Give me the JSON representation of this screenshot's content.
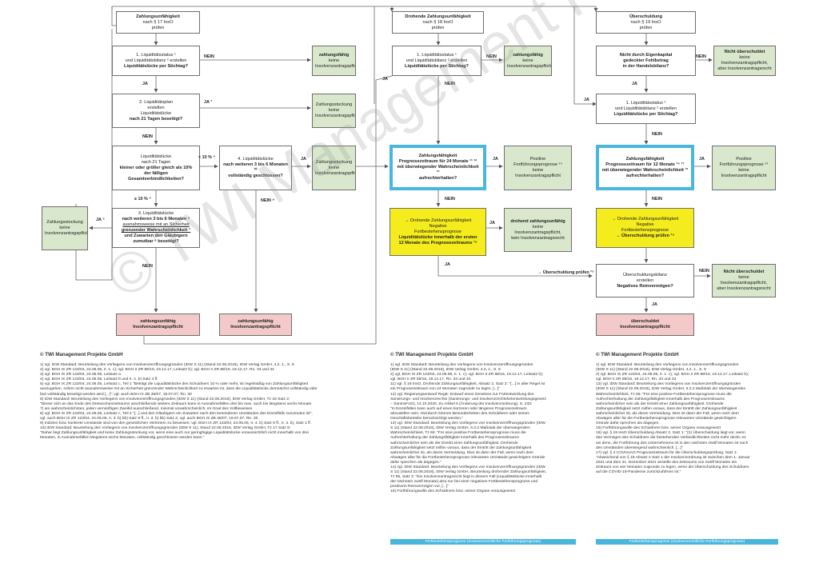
{
  "boxes": {
    "zu_head": [
      "Zahlungsunfähigkeit",
      "nach § 17 InsO",
      "prüfen"
    ],
    "dz_head": [
      "Drohende Zahlungsunfähigkeit",
      "nach § 18 InsO",
      "prüfen"
    ],
    "ue_head": [
      "Überschuldung",
      "nach § 19 InsO",
      "prüfen"
    ],
    "c1": [
      "1. Liquiditätsstatus ¹",
      "und Liquiditätsbilanz ² erstellen",
      "Liquiditätslücke per Stichtag?"
    ],
    "c1_green": [
      "zahlungsfähig",
      "keine",
      "Insolvenzantragspflicht"
    ],
    "c2": [
      "2. Liquiditätsplan",
      "erstellen",
      "Liquiditätslücke",
      "nach 21 Tagen beseitigt?"
    ],
    "c2_green": [
      "Zahlungsstockung",
      "keine",
      "Insolvenzantragspflicht"
    ],
    "c3": [
      "Liquiditätslücke",
      "nach 21 Tagen",
      "kleiner oder größer gleich als 10%",
      "der fälligen",
      "Gesamtverbindlichkeiten?"
    ],
    "c4": [
      "4. Liquiditätslücke",
      "nach weiteren 3 bis 6 Monaten ¹⁰",
      "vollständig geschlossen?"
    ],
    "c4_green": [
      "Zahlungsstockung",
      "keine",
      "Insolvenzantragspflicht"
    ],
    "c5": [
      "3. Liquiditätslücke",
      "nach weiteren 3 bis 6 Monaten ⁶",
      "ausnahmsweise mit an Sicherheit",
      "grenzender Wahrscheinlichkeit ⁷",
      "und Zuwarten den Gläubigern",
      "zumutbar ⁸ beseitigt?"
    ],
    "c5_green": [
      "Zahlungsstockung",
      "keine",
      "Insolvenzantragspflicht"
    ],
    "red_a": [
      "zahlungsunfähig",
      "Insolvenzantragspflicht"
    ],
    "red_b": [
      "zahlungsunfähig",
      "Insolvenzantragspflicht"
    ],
    "d1": [
      "1. Liquiditätsstatus ¹",
      "und Liquiditätsbilanz ² erstellen",
      "Liquiditätslücke per Stichtag?"
    ],
    "d1_green": [
      "zahlungsfähig",
      "keine",
      "Insolvenzantragspflicht"
    ],
    "d2": [
      "Zahlungsfähigkeit",
      "Prognosezeitraum für 24 Monate ¹¹ ¹²",
      "mit überwiegender Wahrscheinlichkeit ¹³",
      "aufrechterhalten?"
    ],
    "d2_green": [
      "Positive",
      "Fortführungsprognose ¹⁴",
      "keine",
      "Insolvenzantragspflicht"
    ],
    "d3": [
      "→ Drohende Zahlungsunfähigkeit",
      "Negative",
      "Fortbestehensprognose",
      "Liquiditätslücke innerhalb der ersten",
      "12 Monate des Prognosezeitraums ¹⁵"
    ],
    "d3_green": [
      "drohend zahlungsunfähig",
      "keine",
      "Insolvenzantragspflicht,",
      "kein Insolvenzantragsrecht"
    ],
    "u1": [
      "Nicht durch Eigenkapital",
      "gedeckter Fehlbetrag",
      "in der Handelsbilanz?"
    ],
    "u1_green": [
      "Nicht überschuldet",
      "keine Insolvenzantragspflicht,",
      "aber Insolvenzantragsrecht"
    ],
    "u2": [
      "1. Liquiditätsstatus ¹",
      "und Liquiditätsbilanz ² erstellen",
      "Liquiditätslücke per Stichtag?"
    ],
    "u3": [
      "Zahlungsfähigkeit",
      "Prognosezeitraum für 12 Monate ¹⁶ ¹⁷",
      "mit überwiegender Wahrscheinlichkeit ¹³",
      "aufrechterhalten?"
    ],
    "u3_green": [
      "Positive",
      "Fortführungsprognose ¹⁴",
      "keine",
      "Insolvenzantragspflicht"
    ],
    "u4": [
      "→ Drohende Zahlungsunfähigkeit",
      "Negative",
      "Fortbestehensprognose",
      "→ Überschuldung prüfen ¹⁵"
    ],
    "u5": [
      "Überschuldungsbilanz",
      "erstellen",
      "Negatives Reinvermögen?"
    ],
    "u5_green": [
      "Nicht überschuldet",
      "keine Insolvenzantragspflicht,",
      "aber Insolvenzantragsrecht"
    ],
    "u6": [
      "überschuldet",
      "Insolvenzantragspflicht"
    ]
  },
  "labels": {
    "nein": "NEIN",
    "ja": "JA",
    "ja3": "JA ³",
    "ja5": "JA ⁵",
    "nein9": "NEIN ⁹",
    "lt10": "< 10 % ⁴",
    "ge10": "≥ 10 % ⁴",
    "ueberschuldung_pruefen": "→ Überschuldung prüfen ¹⁵"
  },
  "copyright": "© TWI Management Projekte GmbH",
  "watermark": "© TWI Management Projekte GmbH",
  "footnotes_left": [
    "1) vgl. IDW Standard: Beurteilung des Vorliegens von Insolvenzeröffnungsgründen (IDW S 11) (Stand 22.08.2016), IDW Verlag GmbH, 4.2, 1., S. 9",
    "2) vgl. BGH IX ZR 123/04, 24.05.05, II. 1. c); vgl. BGH II ZR 88/16, 19.12.17, Leitsatz b); vgl. BGH II ZR 88/16, 19.12.17, Rn. 33 und 34",
    "3) vgl. BGH IX ZR 123/04, 24.05.05, Leitsatz a",
    "4) vgl. BGH IX ZR 123/04, 24.05.05, Leitsatz b und II. 4. b) Satz 4 ff.",
    "5) vgl. BGH IX ZR 123/04, 24.05.05, Leitsatz c, Teil 1 \"Beträgt die Liquiditätslücke des Schuldners 10 % oder mehr, ist regelmäßig von Zahlungsunfähigkeit",
    "auszugehen, sofern nicht ausnahmsweise mit an Sicherheit grenzender Wahrscheinlichkeit zu erwarten ist, dass die Liquiditätslücke demnächst vollständig oder",
    "fast vollständig beseitigt werden wird [...]\"; vgl. auch BGH IX ZB 36/07, 19.07.07, Rn. 30",
    "6) IDW Standard: Beurteilung des Vorliegens von Insolvenzeröffnungsgründen (IDW S 11) (Stand 22.08.2016), IDW Verlag GmbH, Tz 16 Satz 2:",
    "\"Dieser sich an das Ende des Dreiwochenzeitraums anschließende weitere Zeitraum kann in Ausnahmefällen drei bis max. auch bis längstens sechs Monate",
    "7) am wahrscheinlichsten, jeden vernünftigen Zweifel ausschließend, minimal unwahrscheinlich, im Grad des Vollbeweises",
    "8) vgl. BGH IX ZR 123/04, 24.05.05, Leitsatz c, Teil 2 \"[...] und den Gläubigern ein Zuwarten nach den besonderen Umständen des Einzelfalls zuzumuten ist\",",
    "vgl. auch BGH IX ZR 123/04, 24.05.05, II. 3. b) bb) Satz 9 ff., II. 3. b) bb) Satz 2; vgl. auch BGH IX ZB 36/07, 19.07.07, Rn. 30.",
    "9) Indizien bzw. konkrete Umstände sind von den gesetzlichen Vertretern zu beweisen; vgl. BGH IX ZR 123/04, 24.05.05, II. 4. b) Satz 9 ff., II. 4. b), Satz 1 ff.",
    "10) IDW Standard: Beurteilung des Vorliegens von Insolvenzeröffnungsgründen (IDW S 11), Stand 22.08.2016, IDW Verlag GmbH, Tz 17 Satz 8:",
    "\"Daher liegt Zahlungsunfähigkeit und keine Zahlungsstockung vor, wenn eine auch nur geringfügige Liquiditätslücke voraussichtlich nicht innerhalb von drei",
    "Monaten, in Ausnahmefällen längstens sechs Monaten, vollständig geschlossen werden kann.\""
  ],
  "footnotes_mid": [
    "1) vgl. IDW Standard: Beurteilung des Vorliegens von Insolvenzeröffnungsgründen",
    "(IDW S 11) (Stand 22.08.2016), IDW Verlag GmbH, 4.2, 1., S. 9",
    "2) vgl. BGH IX ZR 123/04, 24.05.05, II. 1. c); vgl. BGH II ZR 88/16, 19.12.17, Leitsatz b);",
    "vgl. BGH II ZR 88/16, 19.12.17, Rn. 33 und 34",
    "11) vgl. § 18 InsO, Drohende Zahlungsunfähigkeit, Absatz 2, Satz 2: \"[...] In aller Regel ist",
    "ein Prognosezeitraum von 24 Monaten zugrunde zu legen. [...]\"",
    "12) vgl. Regierungsentwurf RegE: Entwurf eines Gesetzes zur Fortentwicklung des",
    "Sanierungs- und Insolvenzrechts (Sanierungs- und Insolvenzrechtsfortentwicklungsgesetz",
    "– SanInsFoG), 14.10.2020, Zu Artikel 5 (Änderung der Insolvenzordnung), S. 233:",
    "\"In Einzelfällen kann auch auf einen kürzeren oder längeren Prognosezeitraum",
    "abzustellen sein. Hierdurch können Besonderheiten des Schuldners oder seines",
    "Geschäftsbetriebs berücksichtigt werden.\"",
    "13) vgl. IDW Standard: Beurteilung des Vorliegens von Insolvenzeröffnungsgründen (IDW",
    "S 11) (Stand 22.08.2016), IDW Verlag GmbH, 5.3.2 Maßstab der überwiegenden",
    "Wahrscheinlichkeit, Tz 65: \"Für eine positive Fortbestehensprognose muss die",
    "Aufrechterhaltung der Zahlungsfähigkeit innerhalb des Prognosezeitraums",
    "wahrscheinlicher sein als der Eintritt einer Zahlungsunfähigkeit. Drohende",
    "Zahlungsunfähigkeit setzt mithin voraus, dass der Eintritt der Zahlungsunfähigkeit",
    "wahrscheinlicher ist, als deren Vermeidung. Dies ist dann der Fall, wenn nach dem",
    "Abwägen aller für die Fortbestehensprognose relevanten Umstände gewichtigere Gründe",
    "dafür sprechen als dagegen.\"",
    "14) vgl. IDW Standard: Beurteilung des Vorliegens von Insolvenzeröffnungsgründen (IDW",
    "S 11) (Stand 22.08.2016), IDW Verlag GmbH, Beurteilung drohender Zahlungsunfähigkeit,",
    "Tz 96, Satz 2: \"Ein Insolvenzantragsrecht liegt in diesem Fall (Liquiditätslücke innerhalb",
    "der nächsten zwölf Monate) also nur bei einer negativen Fortbestehensprognose und",
    "positivem Reinvermögen vor, [...]\"",
    "15) Fortführungswille des Schuldners bzw. seiner Organe vorausgesetzt"
  ],
  "footnotes_right": [
    "1) vgl. IDW Standard: Beurteilung des Vorliegens von Insolvenzeröffnungsgründen",
    "(IDW S 11) (Stand 22.08.2016), IDW Verlag GmbH, 4.2, 1., S. 9",
    "2) vgl. BGH IX ZR 123/04, 24.05.05, II. 1. c); vgl. BGH II ZR 88/16, 19.12.17, Leitsatz b);",
    "vgl. BGH II ZR 88/16, 19.12.17, Rn. 33 und 34",
    "13) vgl. IDW Standard: Beurteilung des Vorliegens von Insolvenzeröffnungsgründen",
    "(IDW S 11) (Stand 22.08.2016), IDW Verlag GmbH, 5.3.2 Maßstab der überwiegenden",
    "Wahrscheinlichkeit, Tz 65: \"Für eine positive Fortbestehensprognose muss die",
    "Aufrechterhaltung der Zahlungsfähigkeit innerhalb des Prognosezeitraums",
    "wahrscheinlicher sein als der Eintritt einer Zahlungsunfähigkeit. Drohende",
    "Zahlungsunfähigkeit setzt mithin voraus, dass der Eintritt der Zahlungsunfähigkeit",
    "wahrscheinlicher ist, als deren Vermeidung. Dies ist dann der Fall, wenn nach dem",
    "Abwägen aller für die Fortbestehensprognose relevanten Umstände gewichtigere",
    "Gründe dafür sprechen als dagegen.",
    "15) Fortführungswille des Schuldners bzw. seiner Organe vorausgesetzt",
    "16) vgl. § 19 InsO Überschuldung Absatz 2, Satz 1: \"(2) Überschuldung liegt vor, wenn",
    "das Vermögen des Schuldners die bestehenden Verbindlichkeiten nicht mehr deckt; es",
    "sei denn, die Fortführung des Unternehmens ist in den nächsten zwölf Monaten ist nach",
    "den Umständen überwiegend wahrscheinlich. [...]\"",
    "17) vgl. § 4 COVInsAG Prognosezeitraum für die Überschuldungsprüfung, Satz 1:",
    "\"Abweichend von § 19 Absatz 2 Satz 1 der Insolvenzordnung ist zwischen dem 1. Januar",
    "2021 und dem 31. Dezember 2021 anstelle des Zeitraums von zwölf Monaten ein",
    "Zeitraum von vier Monaten zugrunde zu legen, wenn die Überschuldung des Schuldners",
    "auf die COVID-19-Pandemie zurückzuführen ist.\""
  ],
  "strip_mid": "Fortbestehensprognose (Insolvenzrechtliche Fortführungsprognose)",
  "strip_right": "Fortbestehensprognose (Insolvenzrechtliche Fortführungsprognose)"
}
